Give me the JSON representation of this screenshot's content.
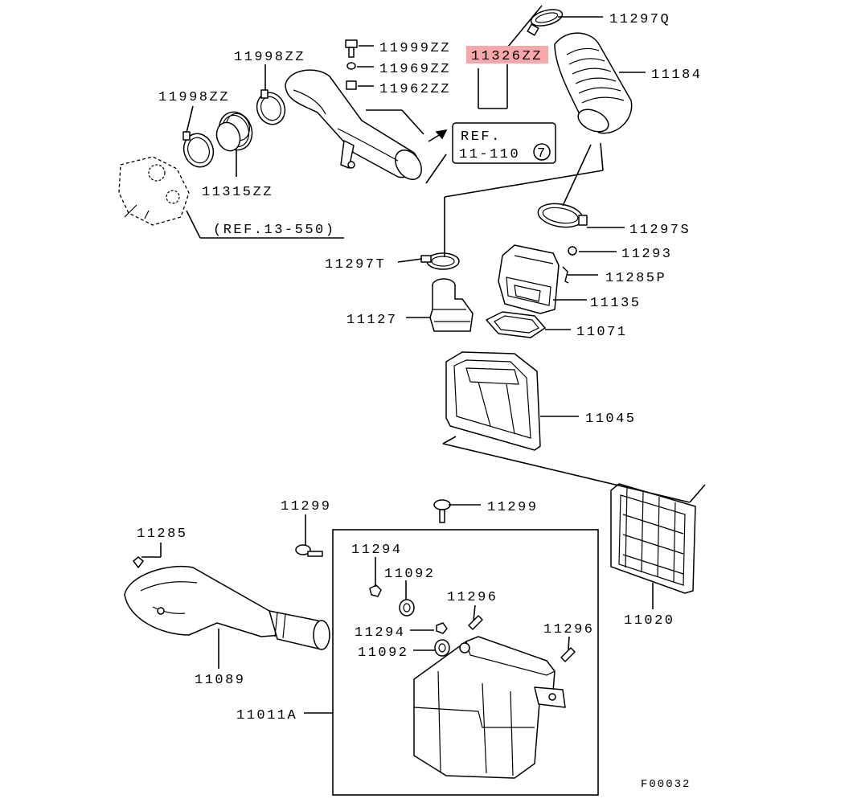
{
  "labels": {
    "p11297Q": "11297Q",
    "p11999ZZ": "11999ZZ",
    "p11326ZZ": "11326ZZ",
    "p11998ZZ_a": "11998ZZ",
    "p11184": "11184",
    "p11969ZZ": "11969ZZ",
    "p11998ZZ_b": "11998ZZ",
    "p11962ZZ": "11962ZZ",
    "ref_11110_a": "REF.",
    "ref_11110_b": "11-110",
    "ref_11110_c": "7",
    "p11315ZZ": "11315ZZ",
    "ref_13550": "(REF.13-550)",
    "p11297S": "11297S",
    "p11293": "11293",
    "p11297T": "11297T",
    "p11285P": "11285P",
    "p11135": "11135",
    "p11127": "11127",
    "p11071": "11071",
    "p11045": "11045",
    "p11299_a": "11299",
    "p11299_b": "11299",
    "p11285": "11285",
    "p11294_a": "11294",
    "p11092_a": "11092",
    "p11296_a": "11296",
    "p11296_b": "11296",
    "p11294_b": "11294",
    "p11092_b": "11092",
    "p11020": "11020",
    "p11089": "11089",
    "p11011A": "11011A",
    "figure_id": "F00032"
  },
  "colors": {
    "highlight": "#f6a8ab",
    "line": "#000000",
    "background": "#ffffff"
  }
}
